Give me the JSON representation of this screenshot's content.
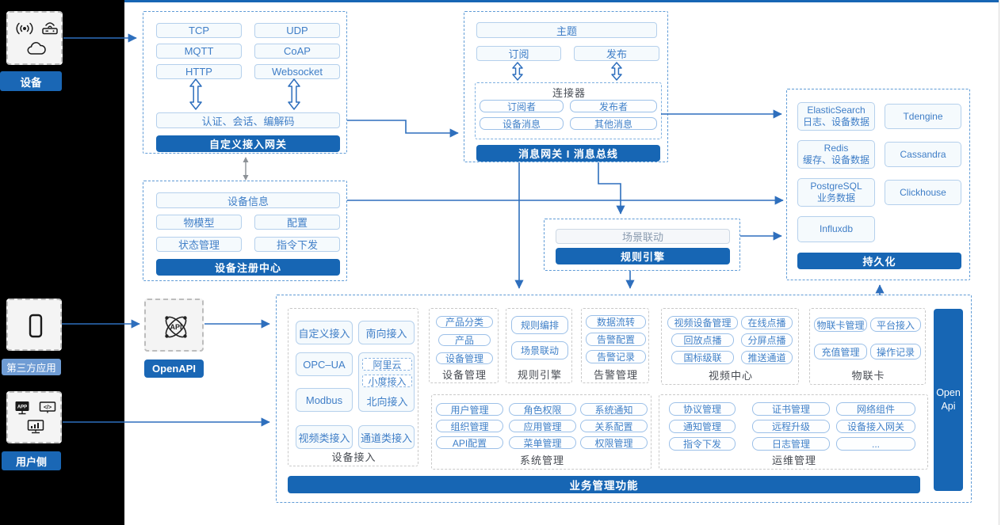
{
  "colors": {
    "accent": "#1766b4",
    "arrow": "#2e6fbd",
    "light_badge": "#6f9cd4",
    "pill_border": "#9cc0e8",
    "pill_text": "#4080c8"
  },
  "left_rail": {
    "device_label": "设备",
    "third_party_label": "第三方应用",
    "user_side_label": "用户侧",
    "openapi_label": "OpenAPI"
  },
  "icons": {
    "device_box": [
      "signal-icon",
      "router-icon",
      "cloud-icon"
    ],
    "third_party_box": [
      "phone-icon"
    ],
    "user_side_box": [
      "app-window-icon",
      "code-screen-icon",
      "chart-monitor-icon"
    ],
    "openapi_box": [
      "api-atom-icon"
    ]
  },
  "gateway": {
    "protocols": [
      "TCP",
      "UDP",
      "MQTT",
      "CoAP",
      "HTTP",
      "Websocket"
    ],
    "session": "认证、会话、编解码",
    "banner": "自定义接入网关"
  },
  "registry": {
    "info": "设备信息",
    "items": [
      "物模型",
      "配置",
      "状态管理",
      "指令下发"
    ],
    "banner": "设备注册中心"
  },
  "message_bus": {
    "topic": "主题",
    "subscribe": "订阅",
    "publish": "发布",
    "connector_title": "连接器",
    "connector_items": [
      "订阅者",
      "发布者",
      "设备消息",
      "其他消息"
    ],
    "banner": "消息网关 I 消息总线"
  },
  "rule_engine": {
    "scene": "场景联动",
    "banner": "规则引擎"
  },
  "persistence": {
    "stores": [
      {
        "name": "ElasticSearch",
        "desc": "日志、设备数据"
      },
      {
        "name": "Tdengine",
        "desc": ""
      },
      {
        "name": "Redis",
        "desc": "缓存、设备数据"
      },
      {
        "name": "Cassandra",
        "desc": ""
      },
      {
        "name": "PostgreSQL",
        "desc": "业务数据"
      },
      {
        "name": "Clickhouse",
        "desc": ""
      },
      {
        "name": "Influxdb",
        "desc": ""
      }
    ],
    "banner": "持久化"
  },
  "business": {
    "banner": "业务管理功能",
    "open_api": {
      "line1": "Open",
      "line2": "Api"
    },
    "device_access": {
      "label": "设备接入",
      "col1": [
        "自定义接入",
        "OPC–UA",
        "Modbus",
        "视频类接入"
      ],
      "south": "南向接入",
      "cloud_items": [
        "阿里云",
        "小度接入"
      ],
      "north": "北向接入",
      "channel": "通道类接入"
    },
    "device_mgmt": {
      "label": "设备管理",
      "items": [
        "产品分类",
        "产品",
        "设备管理"
      ]
    },
    "rule": {
      "label": "规则引擎",
      "items": [
        "规则编排",
        "场景联动"
      ]
    },
    "alarm": {
      "label": "告警管理",
      "items": [
        "数据流转",
        "告警配置",
        "告警记录"
      ]
    },
    "video": {
      "label": "视频中心",
      "items": [
        "视频设备管理",
        "在线点播",
        "回放点播",
        "分屏点播",
        "国标级联",
        "推送通道"
      ]
    },
    "iot_card": {
      "label": "物联卡",
      "items": [
        "物联卡管理",
        "平台接入",
        "充值管理",
        "操作记录"
      ]
    },
    "system": {
      "label": "系统管理",
      "items": [
        "用户管理",
        "角色权限",
        "系统通知",
        "组织管理",
        "应用管理",
        "关系配置",
        "API配置",
        "菜单管理",
        "权限管理"
      ]
    },
    "ops": {
      "label": "运维管理",
      "items": [
        "协议管理",
        "证书管理",
        "网络组件",
        "通知管理",
        "远程升级",
        "设备接入网关",
        "指令下发",
        "日志管理",
        "..."
      ]
    }
  }
}
